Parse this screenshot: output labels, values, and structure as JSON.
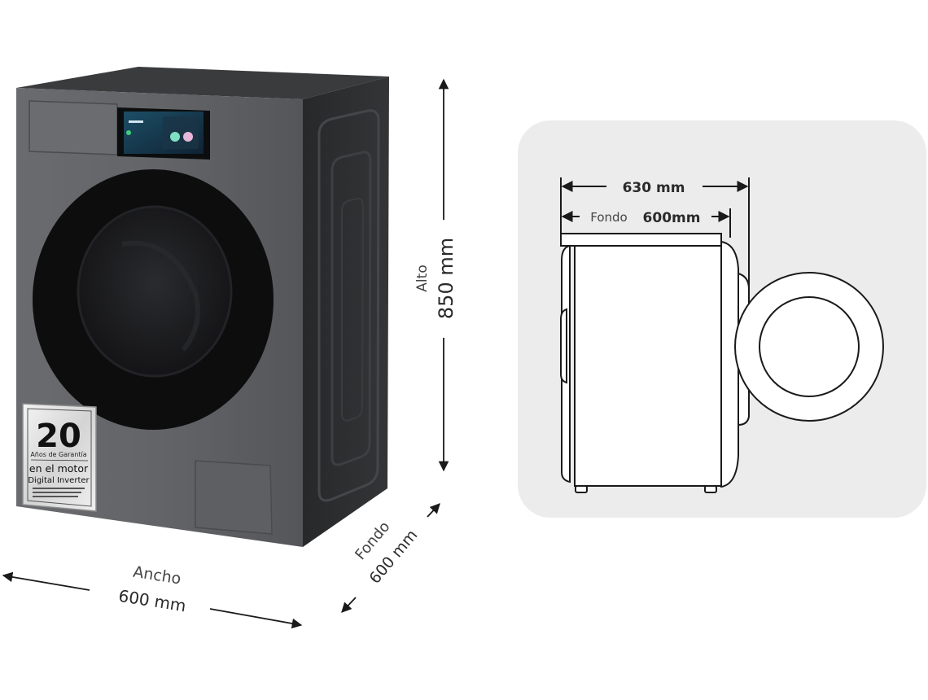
{
  "product": {
    "name": "front-load washing machine",
    "finish_color": "#5f6063",
    "side_color": "#2e2f31",
    "top_color": "#3a3b3d"
  },
  "badge": {
    "number": "20",
    "line1": "Años de Garantía",
    "line2": "en el motor",
    "line3": "Digital Inverter"
  },
  "dimensions_3d": {
    "height": {
      "label": "Alto",
      "value": "850 mm"
    },
    "width": {
      "label": "Ancho",
      "value": "600 mm"
    },
    "depth": {
      "label": "Fondo",
      "value": "600 mm"
    }
  },
  "side_view": {
    "panel_color": "#ececec",
    "total_depth": {
      "value": "630 mm"
    },
    "body_depth": {
      "label": "Fondo",
      "value": "600mm"
    }
  }
}
